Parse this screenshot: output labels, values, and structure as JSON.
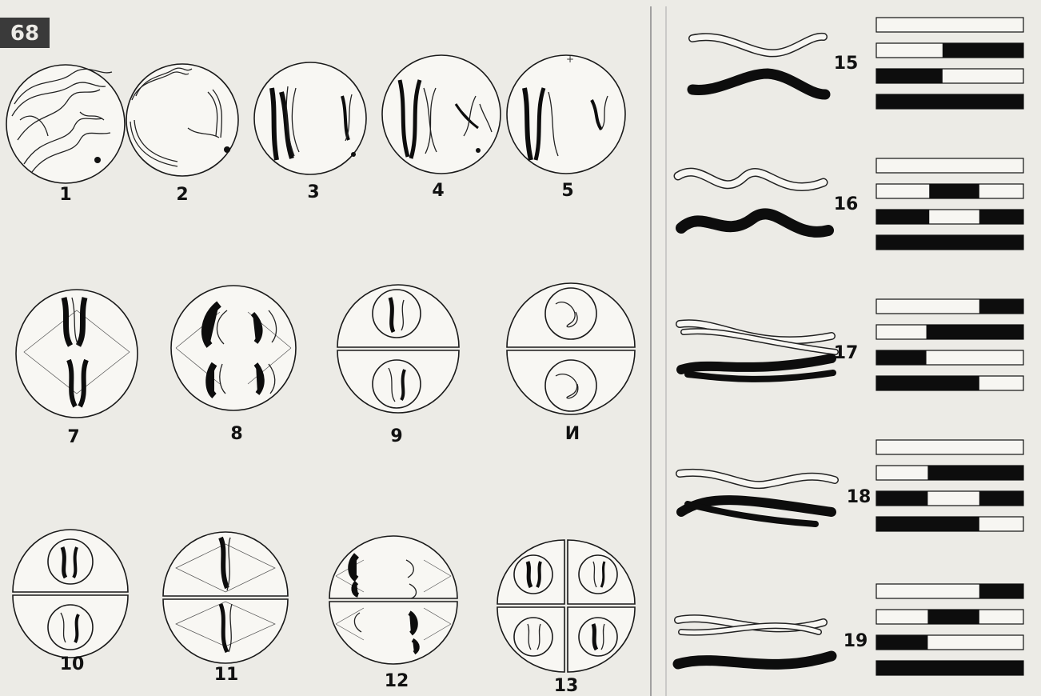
{
  "plate_number": "68",
  "cell_labels": [
    "1",
    "2",
    "3",
    "4",
    "5",
    "7",
    "8",
    "9",
    "И",
    "10",
    "11",
    "12",
    "13"
  ],
  "pair_labels": [
    "15",
    "16",
    "17",
    "18",
    "19"
  ],
  "bar_patterns": [
    [
      [
        0,
        0
      ],
      [
        0.45,
        1
      ],
      [
        0,
        0.45
      ],
      [
        0,
        1
      ]
    ],
    [
      [
        0,
        0
      ],
      [
        0.36,
        0.7
      ],
      [
        0,
        0.36,
        0.7,
        1
      ],
      [
        0,
        1
      ]
    ],
    [
      [
        0.7,
        1
      ],
      [
        0.34,
        1
      ],
      [
        0,
        0.34
      ],
      [
        0,
        0.7
      ]
    ],
    [
      [
        0,
        0
      ],
      [
        0.35,
        1
      ],
      [
        0,
        0.35,
        0.7,
        1
      ],
      [
        0,
        0.7
      ]
    ],
    [
      [
        0.7,
        1
      ],
      [
        0.35,
        0.7
      ],
      [
        0,
        0.35
      ],
      [
        0,
        1
      ]
    ]
  ]
}
